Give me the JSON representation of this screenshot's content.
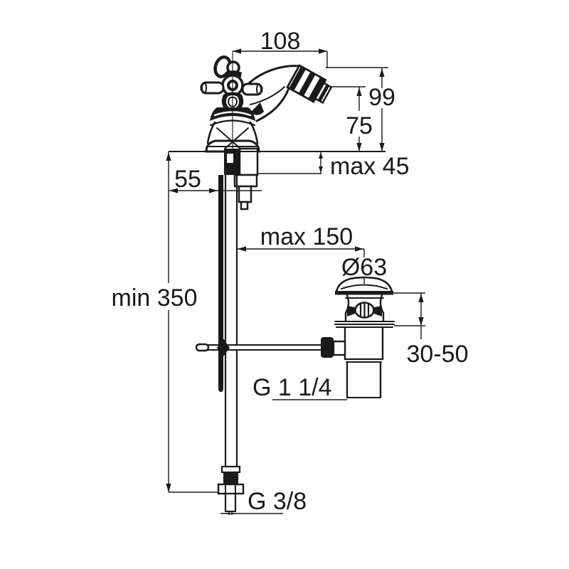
{
  "drawing": {
    "type": "technical-installation-drawing",
    "subject": "bidet-mixer-with-popup-waste",
    "colors": {
      "ink": "#1a1a1a",
      "background": "#ffffff"
    },
    "labels": {
      "spout_projection": "108",
      "spout_height": "99",
      "outlet_height": "75",
      "max_deck_thickness": "max 45",
      "rear_offset": "55",
      "drain_offset": "max 150",
      "min_hose_length": "min 350",
      "waste_flange_diameter": "Ø63",
      "waste_deck_range": "30-50",
      "waste_thread": "G 1 1/4",
      "inlet_thread": "G 3/8"
    }
  }
}
